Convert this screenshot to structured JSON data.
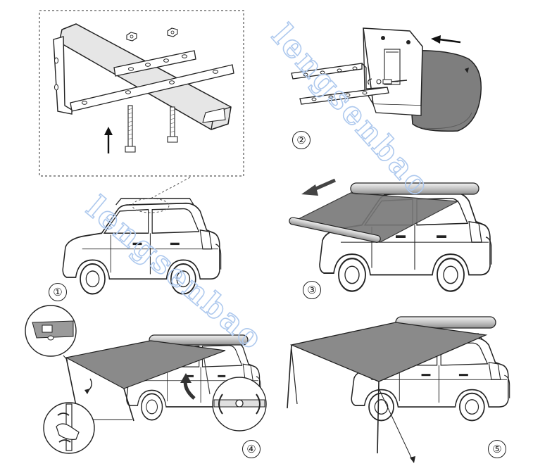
{
  "steps": [
    {
      "number": "①"
    },
    {
      "number": "②"
    },
    {
      "number": "③"
    },
    {
      "number": "④"
    },
    {
      "number": "⑤"
    }
  ],
  "watermark": "lengsenbao",
  "colors": {
    "line": "#222222",
    "fabric": "#8a8a8a",
    "fabric_dark": "#5e5e5e",
    "bar": "#cfcfcf",
    "watermark": "#aec9ee"
  }
}
